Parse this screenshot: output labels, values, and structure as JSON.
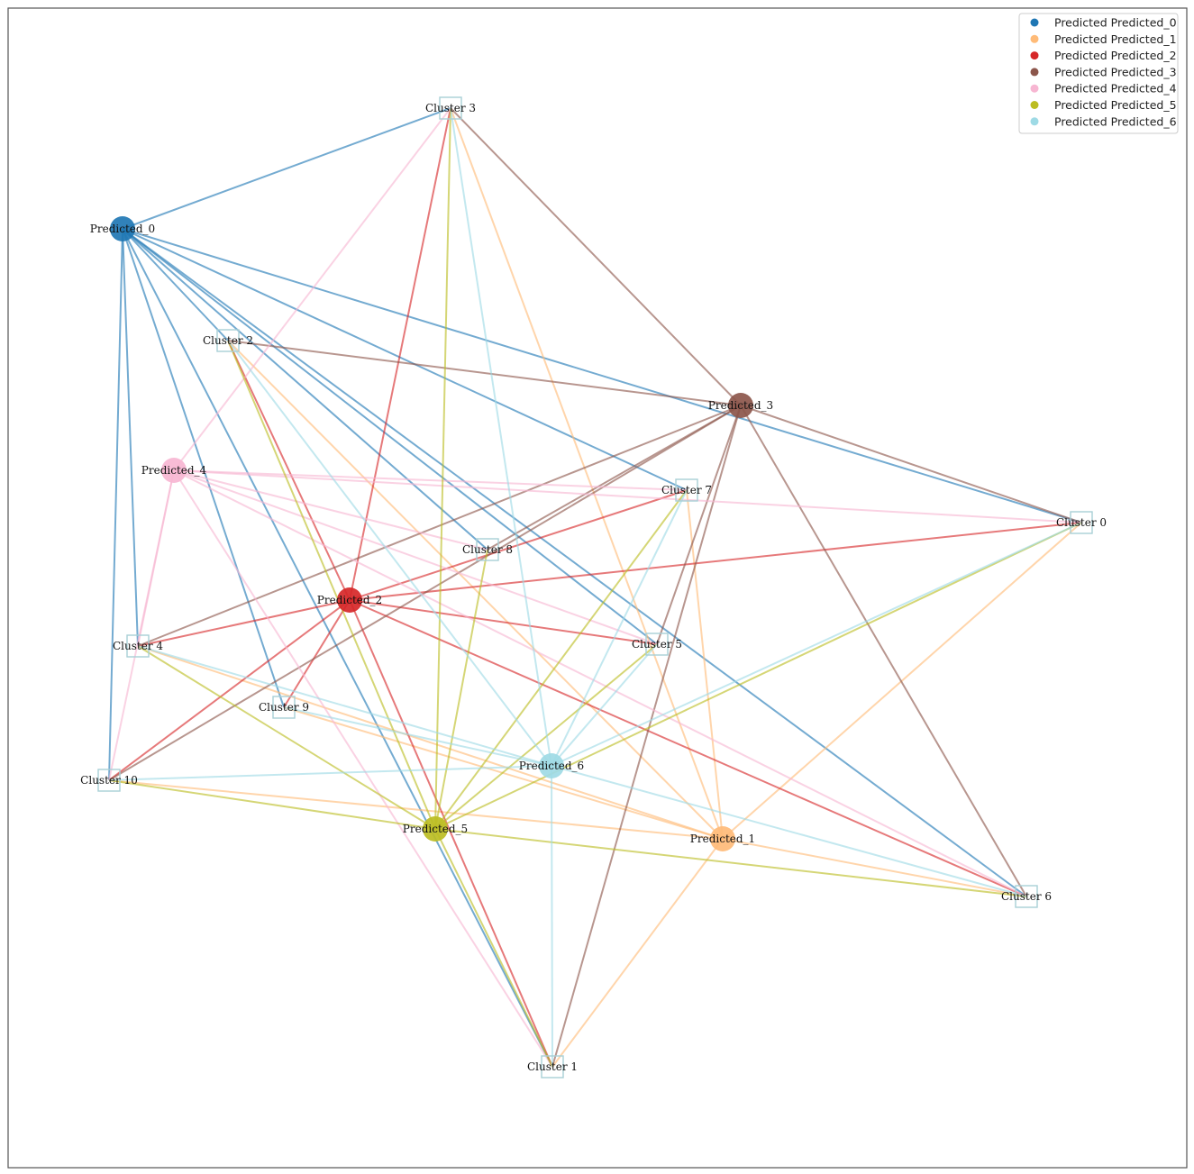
{
  "colors": {
    "Predicted_0": "#1f77b4",
    "Predicted_1": "#ffbb78",
    "Predicted_2": "#d62728",
    "Predicted_3": "#8c564b",
    "Predicted_4": "#f7b6d2",
    "Predicted_5": "#bcbd22",
    "Predicted_6": "#9edae5",
    "cluster_outline": "#a9cfd6",
    "frame": "#555555"
  },
  "legend": {
    "items": [
      {
        "label": "Predicted Predicted_0",
        "group": "Predicted_0"
      },
      {
        "label": "Predicted Predicted_1",
        "group": "Predicted_1"
      },
      {
        "label": "Predicted Predicted_2",
        "group": "Predicted_2"
      },
      {
        "label": "Predicted Predicted_3",
        "group": "Predicted_3"
      },
      {
        "label": "Predicted Predicted_4",
        "group": "Predicted_4"
      },
      {
        "label": "Predicted Predicted_5",
        "group": "Predicted_5"
      },
      {
        "label": "Predicted Predicted_6",
        "group": "Predicted_6"
      }
    ]
  },
  "predicted_nodes": [
    {
      "id": "Predicted_0",
      "label": "Predicted_0"
    },
    {
      "id": "Predicted_1",
      "label": "Predicted_1"
    },
    {
      "id": "Predicted_2",
      "label": "Predicted_2"
    },
    {
      "id": "Predicted_3",
      "label": "Predicted_3"
    },
    {
      "id": "Predicted_4",
      "label": "Predicted_4"
    },
    {
      "id": "Predicted_5",
      "label": "Predicted_5"
    },
    {
      "id": "Predicted_6",
      "label": "Predicted_6"
    }
  ],
  "cluster_nodes": [
    {
      "id": "Cluster 0",
      "label": "Cluster 0"
    },
    {
      "id": "Cluster 1",
      "label": "Cluster 1"
    },
    {
      "id": "Cluster 2",
      "label": "Cluster 2"
    },
    {
      "id": "Cluster 3",
      "label": "Cluster 3"
    },
    {
      "id": "Cluster 4",
      "label": "Cluster 4"
    },
    {
      "id": "Cluster 5",
      "label": "Cluster 5"
    },
    {
      "id": "Cluster 6",
      "label": "Cluster 6"
    },
    {
      "id": "Cluster 7",
      "label": "Cluster 7"
    },
    {
      "id": "Cluster 8",
      "label": "Cluster 8"
    },
    {
      "id": "Cluster 9",
      "label": "Cluster 9"
    },
    {
      "id": "Cluster 10",
      "label": "Cluster 10"
    }
  ],
  "edges": [
    {
      "from": "Predicted_0",
      "to": "Cluster 3"
    },
    {
      "from": "Predicted_0",
      "to": "Cluster 2"
    },
    {
      "from": "Predicted_0",
      "to": "Cluster 0"
    },
    {
      "from": "Predicted_0",
      "to": "Cluster 7"
    },
    {
      "from": "Predicted_0",
      "to": "Cluster 8"
    },
    {
      "from": "Predicted_0",
      "to": "Cluster 5"
    },
    {
      "from": "Predicted_0",
      "to": "Cluster 4"
    },
    {
      "from": "Predicted_0",
      "to": "Cluster 9"
    },
    {
      "from": "Predicted_0",
      "to": "Cluster 10"
    },
    {
      "from": "Predicted_0",
      "to": "Cluster 6"
    },
    {
      "from": "Predicted_0",
      "to": "Cluster 1"
    },
    {
      "from": "Predicted_1",
      "to": "Cluster 3"
    },
    {
      "from": "Predicted_1",
      "to": "Cluster 2"
    },
    {
      "from": "Predicted_1",
      "to": "Cluster 7"
    },
    {
      "from": "Predicted_1",
      "to": "Cluster 0"
    },
    {
      "from": "Predicted_1",
      "to": "Cluster 4"
    },
    {
      "from": "Predicted_1",
      "to": "Cluster 10"
    },
    {
      "from": "Predicted_1",
      "to": "Cluster 6"
    },
    {
      "from": "Predicted_1",
      "to": "Cluster 1"
    },
    {
      "from": "Predicted_1",
      "to": "Cluster 9"
    },
    {
      "from": "Predicted_2",
      "to": "Cluster 3"
    },
    {
      "from": "Predicted_2",
      "to": "Cluster 2"
    },
    {
      "from": "Predicted_2",
      "to": "Cluster 7"
    },
    {
      "from": "Predicted_2",
      "to": "Cluster 0"
    },
    {
      "from": "Predicted_2",
      "to": "Cluster 5"
    },
    {
      "from": "Predicted_2",
      "to": "Cluster 4"
    },
    {
      "from": "Predicted_2",
      "to": "Cluster 9"
    },
    {
      "from": "Predicted_2",
      "to": "Cluster 10"
    },
    {
      "from": "Predicted_2",
      "to": "Cluster 6"
    },
    {
      "from": "Predicted_2",
      "to": "Cluster 1"
    },
    {
      "from": "Predicted_3",
      "to": "Cluster 3"
    },
    {
      "from": "Predicted_3",
      "to": "Cluster 2"
    },
    {
      "from": "Predicted_3",
      "to": "Cluster 0"
    },
    {
      "from": "Predicted_3",
      "to": "Cluster 8"
    },
    {
      "from": "Predicted_3",
      "to": "Cluster 4"
    },
    {
      "from": "Predicted_3",
      "to": "Cluster 10"
    },
    {
      "from": "Predicted_3",
      "to": "Cluster 5"
    },
    {
      "from": "Predicted_3",
      "to": "Cluster 6"
    },
    {
      "from": "Predicted_3",
      "to": "Cluster 1"
    },
    {
      "from": "Predicted_4",
      "to": "Cluster 3"
    },
    {
      "from": "Predicted_4",
      "to": "Cluster 7"
    },
    {
      "from": "Predicted_4",
      "to": "Cluster 0"
    },
    {
      "from": "Predicted_4",
      "to": "Cluster 8"
    },
    {
      "from": "Predicted_4",
      "to": "Cluster 5"
    },
    {
      "from": "Predicted_4",
      "to": "Cluster 4"
    },
    {
      "from": "Predicted_4",
      "to": "Cluster 10"
    },
    {
      "from": "Predicted_4",
      "to": "Cluster 6"
    },
    {
      "from": "Predicted_4",
      "to": "Cluster 1"
    },
    {
      "from": "Predicted_5",
      "to": "Cluster 3"
    },
    {
      "from": "Predicted_5",
      "to": "Cluster 2"
    },
    {
      "from": "Predicted_5",
      "to": "Cluster 7"
    },
    {
      "from": "Predicted_5",
      "to": "Cluster 8"
    },
    {
      "from": "Predicted_5",
      "to": "Cluster 5"
    },
    {
      "from": "Predicted_5",
      "to": "Cluster 0"
    },
    {
      "from": "Predicted_5",
      "to": "Cluster 4"
    },
    {
      "from": "Predicted_5",
      "to": "Cluster 10"
    },
    {
      "from": "Predicted_5",
      "to": "Cluster 6"
    },
    {
      "from": "Predicted_5",
      "to": "Cluster 1"
    },
    {
      "from": "Predicted_6",
      "to": "Cluster 3"
    },
    {
      "from": "Predicted_6",
      "to": "Cluster 2"
    },
    {
      "from": "Predicted_6",
      "to": "Cluster 7"
    },
    {
      "from": "Predicted_6",
      "to": "Cluster 5"
    },
    {
      "from": "Predicted_6",
      "to": "Cluster 0"
    },
    {
      "from": "Predicted_6",
      "to": "Cluster 4"
    },
    {
      "from": "Predicted_6",
      "to": "Cluster 10"
    },
    {
      "from": "Predicted_6",
      "to": "Cluster 6"
    },
    {
      "from": "Predicted_6",
      "to": "Cluster 1"
    },
    {
      "from": "Predicted_6",
      "to": "Cluster 9"
    }
  ]
}
